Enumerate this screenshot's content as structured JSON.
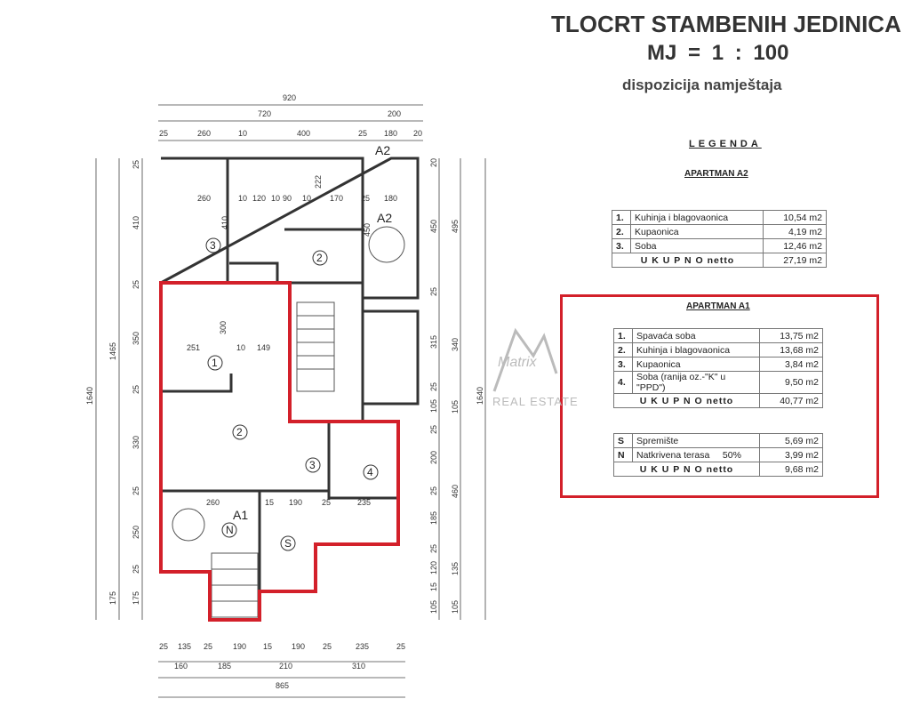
{
  "header": {
    "title": "TLOCRT STAMBENIH JEDINICA",
    "scale": "MJ = 1 : 100",
    "subtitle": "dispozicija namještaja"
  },
  "legend": {
    "heading": "LEGENDA",
    "apartman_a2": {
      "title": "APARTMAN A2",
      "rows": [
        {
          "no": "1.",
          "name": "Kuhinja i blagovaonica",
          "area": "10,54 m2"
        },
        {
          "no": "2.",
          "name": "Kupaonica",
          "area": "4,19 m2"
        },
        {
          "no": "3.",
          "name": "Soba",
          "area": "12,46 m2"
        }
      ],
      "total_label": "U K U P N O  netto",
      "total": "27,19 m2"
    },
    "apartman_a1": {
      "title": "APARTMAN A1",
      "rows": [
        {
          "no": "1.",
          "name": "Spavaća soba",
          "area": "13,75 m2"
        },
        {
          "no": "2.",
          "name": "Kuhinja i blagovaonica",
          "area": "13,68 m2"
        },
        {
          "no": "3.",
          "name": "Kupaonica",
          "area": "3,84 m2"
        },
        {
          "no": "4.",
          "name": "Soba (ranija oz.-\"K\" u \"PPD\")",
          "area": "9,50 m2"
        }
      ],
      "total_label": "U K U P N O  netto",
      "total": "40,77 m2",
      "extra_rows": [
        {
          "no": "S",
          "name": "Spremište",
          "note": "",
          "area": "5,69 m2"
        },
        {
          "no": "N",
          "name": "Natkrivena terasa",
          "note": "50%",
          "area": "3,99 m2"
        }
      ],
      "extra_total_label": "U K U P N O  netto",
      "extra_total": "9,68 m2"
    },
    "highlight_color": "#d3202a"
  },
  "plan": {
    "top_dims": {
      "total": "920",
      "mid": [
        "720",
        "200"
      ],
      "detail": [
        "25",
        "260",
        "10",
        "400",
        "25",
        "180",
        "20"
      ]
    },
    "bottom_dims": {
      "detail": [
        "25",
        "135",
        "25",
        "190",
        "15",
        "190",
        "25",
        "235",
        "25"
      ],
      "mid": [
        "160",
        "185",
        "210",
        "310"
      ],
      "total": "865"
    },
    "left_dims": {
      "detail": [
        "25",
        "410",
        "25",
        "350",
        "25",
        "330",
        "25",
        "250",
        "25",
        "175"
      ],
      "mid": [
        "1465",
        "175"
      ],
      "total": "1640"
    },
    "right_dims": {
      "detail": [
        "20",
        "450",
        "25",
        "315",
        "25",
        "105",
        "25",
        "200",
        "25",
        "185",
        "25",
        "120",
        "15",
        "105"
      ],
      "mid": [
        "495",
        "340",
        "105",
        "460",
        "135",
        "105"
      ],
      "total": "1640"
    },
    "room_labels": [
      "1",
      "2",
      "3",
      "4",
      "3",
      "2",
      "N",
      "S"
    ],
    "unit_labels": [
      "A2",
      "A2",
      "A1"
    ],
    "inner_dims": [
      "260",
      "10",
      "120",
      "10",
      "90",
      "10",
      "170",
      "25",
      "180",
      "410",
      "222",
      "450",
      "251",
      "10",
      "149",
      "300",
      "260",
      "15",
      "190",
      "25",
      "235"
    ]
  },
  "watermark": {
    "brand": "Matrix",
    "tagline": "REAL ESTATE"
  }
}
